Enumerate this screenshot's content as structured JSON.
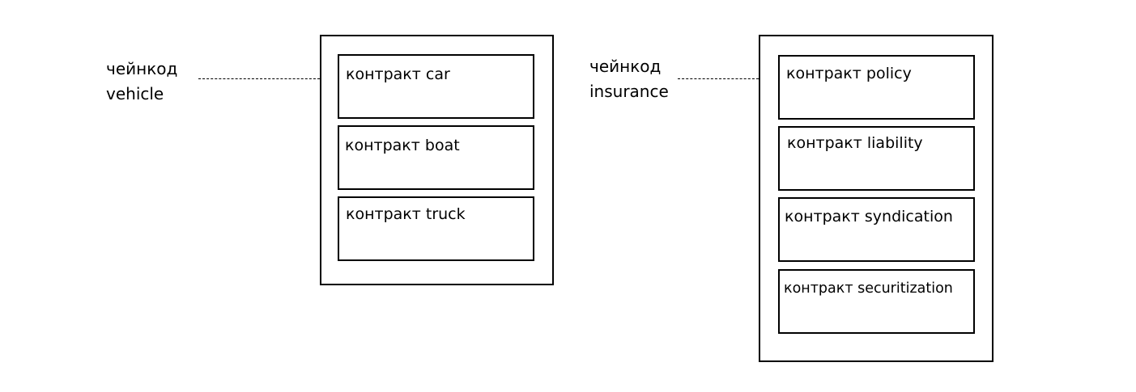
{
  "chaincodes": [
    {
      "label": "чейнкод\nvehicle",
      "contracts": [
        "контракт car",
        "контракт boat",
        "контракт truck"
      ]
    },
    {
      "label": "чейнкод\ninsurance",
      "contracts": [
        "контракт policy",
        "контракт liability",
        "контракт syndication",
        "контракт securitization"
      ]
    }
  ]
}
